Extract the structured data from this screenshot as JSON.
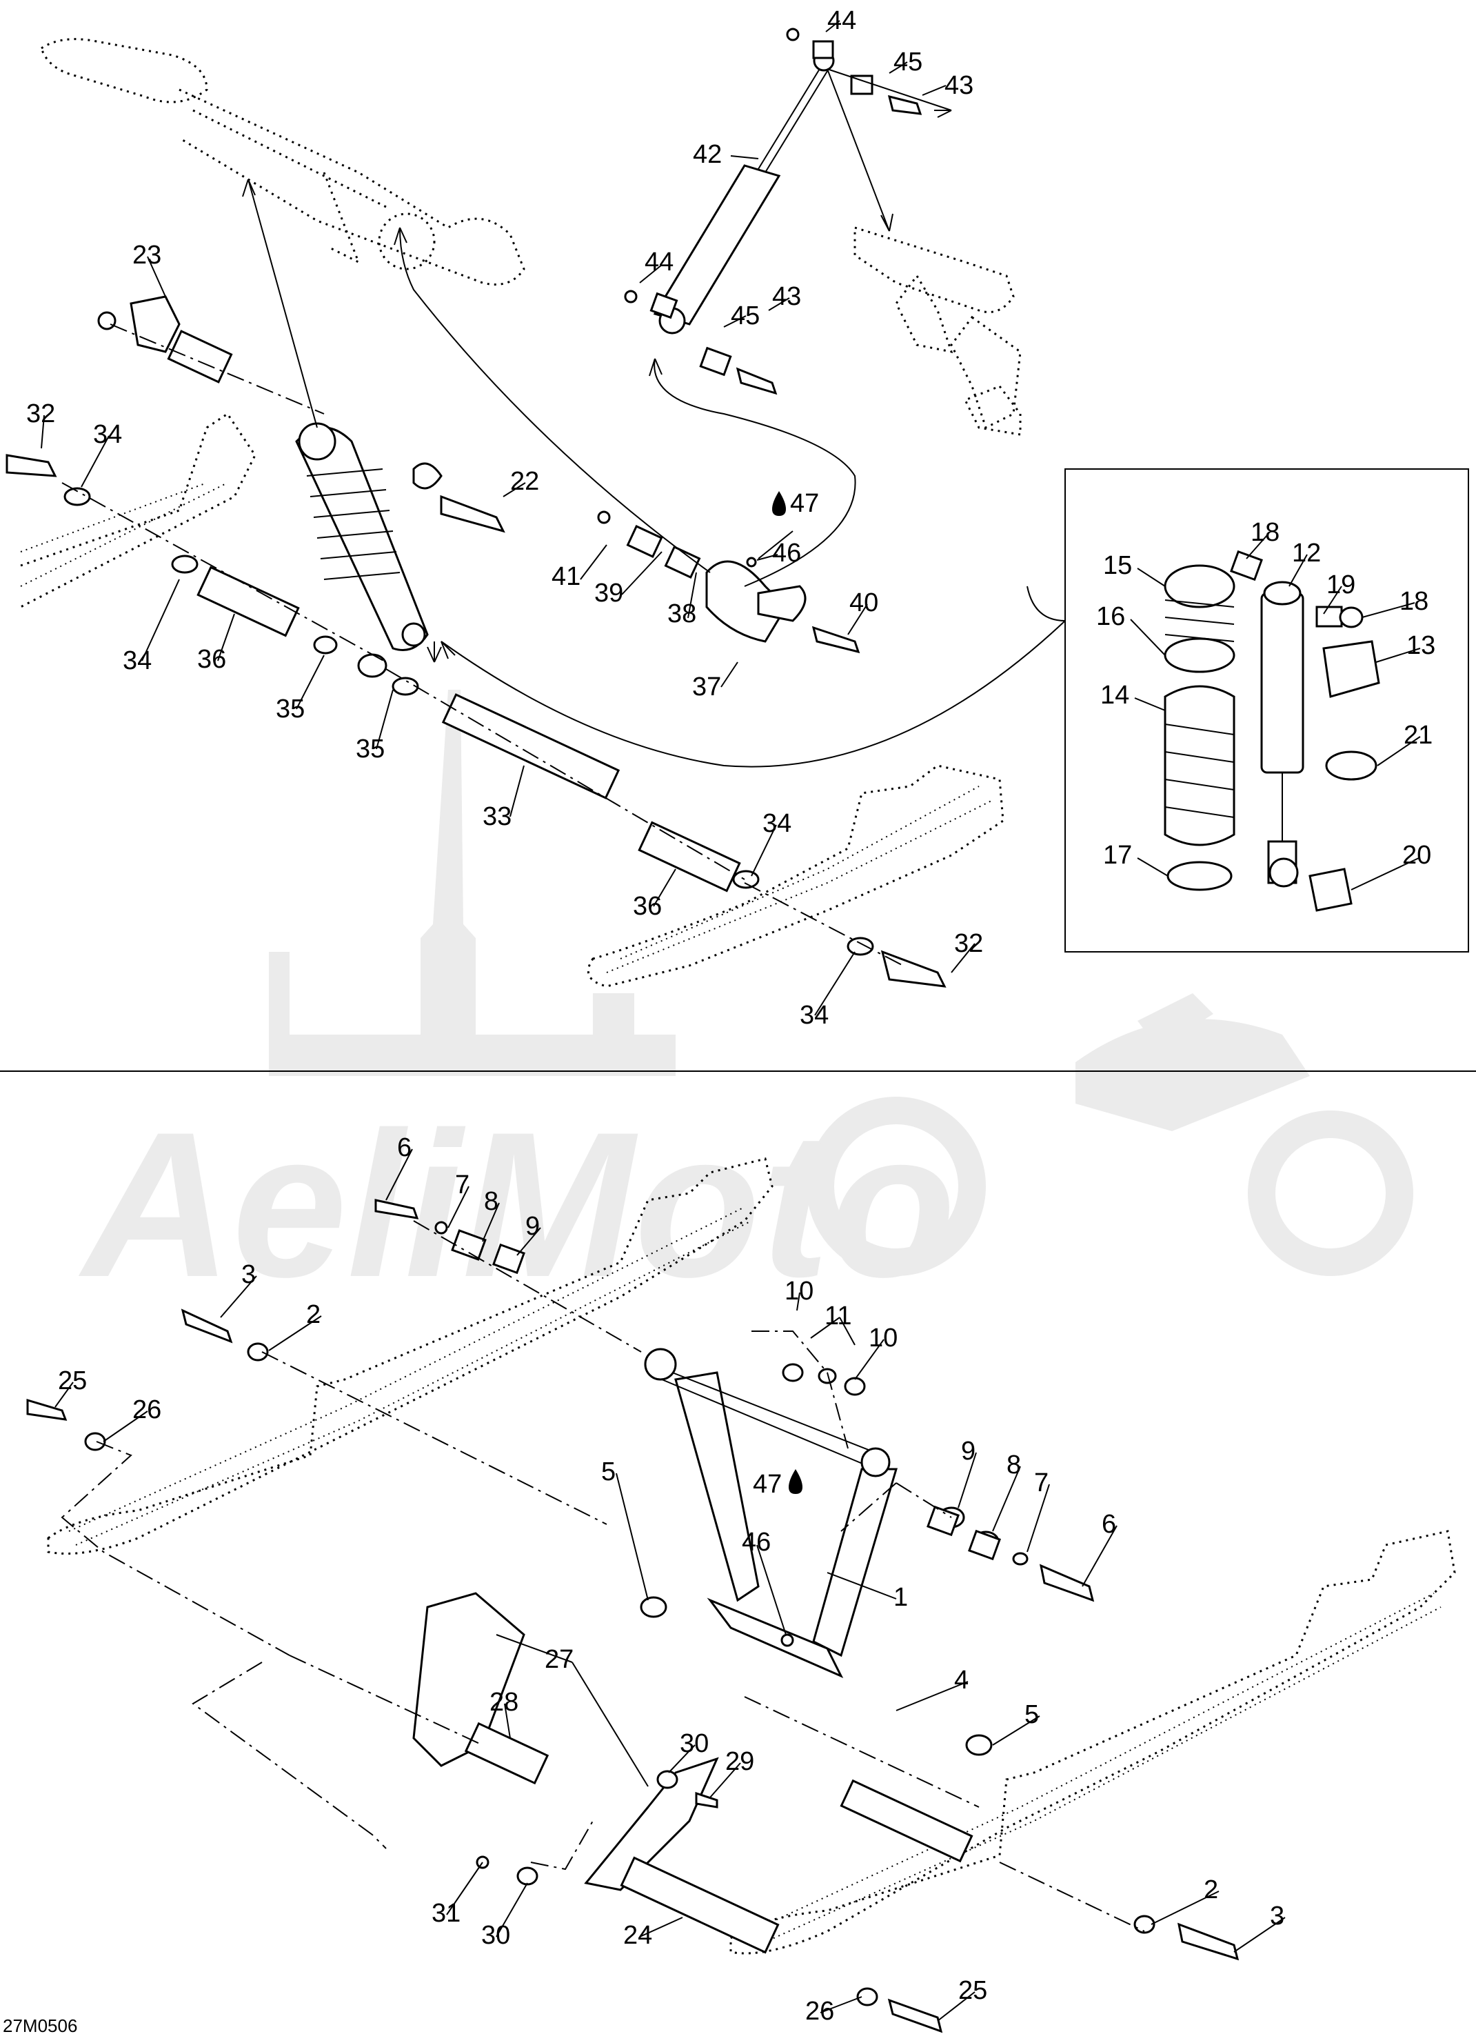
{
  "figure_code": "27M0506",
  "watermark_text": "AeliMoto",
  "oil_icon_name": "oil-drop-icon",
  "callouts": {
    "upper": [
      "44",
      "45",
      "43",
      "42",
      "44",
      "45",
      "43",
      "23",
      "32",
      "34",
      "22",
      "47",
      "41",
      "39",
      "38",
      "46",
      "40",
      "37",
      "34",
      "36",
      "35",
      "35",
      "33",
      "34",
      "36",
      "32",
      "34"
    ],
    "inset": [
      "18",
      "15",
      "12",
      "19",
      "18",
      "16",
      "13",
      "14",
      "21",
      "17",
      "20"
    ],
    "lower": [
      "6",
      "7",
      "8",
      "9",
      "3",
      "2",
      "25",
      "26",
      "10",
      "11",
      "10",
      "9",
      "8",
      "7",
      "6",
      "5",
      "47",
      "46",
      "1",
      "27",
      "28",
      "4",
      "5",
      "30",
      "29",
      "31",
      "30",
      "24",
      "2",
      "3",
      "26",
      "25"
    ]
  }
}
